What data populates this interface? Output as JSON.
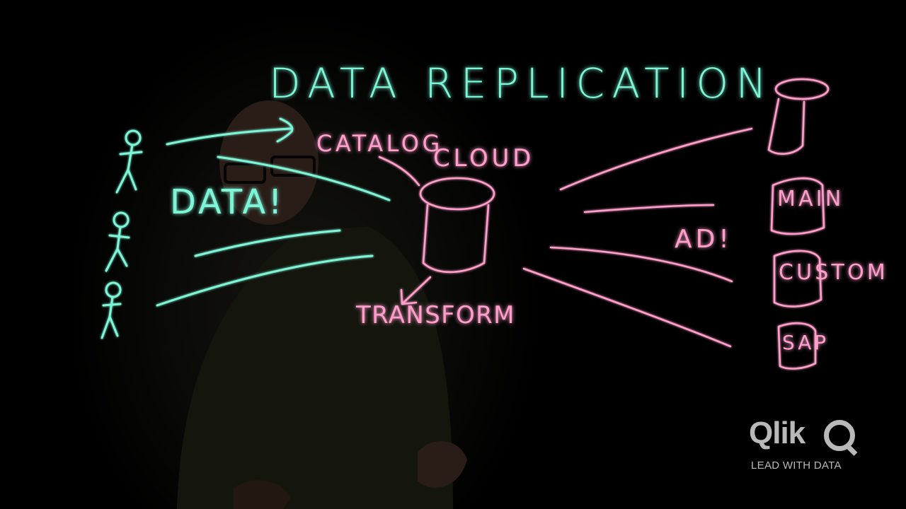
{
  "title": "DATA REPLICATION",
  "labels": {
    "data": "DATA!",
    "catalog": "CATALOG",
    "cloud": "CLOUD",
    "transform": "TRANSFORM",
    "ad": "AD!",
    "main": "MAIN",
    "custom": "CUSTOM",
    "sap": "SAP"
  },
  "logo": {
    "wordmark": "Qlik",
    "tagline": "LEAD WITH DATA"
  },
  "colors": {
    "cyan_ink": "#7df5d6",
    "pink_ink": "#ff9ecb",
    "logo_grey": "#b9b9b9"
  }
}
